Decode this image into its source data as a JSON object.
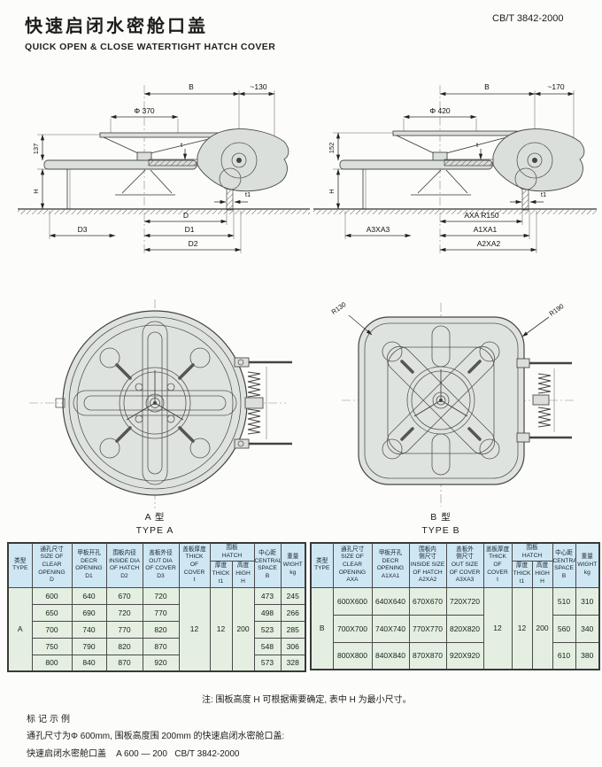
{
  "header": {
    "title_cn": "快速启闭水密舱口盖",
    "title_en": "QUICK OPEN & CLOSE WATERTIGHT HATCH COVER",
    "standard": "CB/T 3842-2000"
  },
  "drawings": {
    "side_a": {
      "dim_b": "B",
      "dim_corner": "~130",
      "dim_wheel": "Φ 370",
      "dim_height": "137",
      "dim_h": "H",
      "dim_t": "t",
      "dim_t1": "t1",
      "dim_d": "D",
      "dim_d1": "D1",
      "dim_d2": "D2",
      "dim_d3": "D3"
    },
    "side_b": {
      "dim_b": "B",
      "dim_corner": "~170",
      "dim_wheel": "Φ 420",
      "dim_height": "152",
      "dim_h": "H",
      "dim_t": "t",
      "dim_t1": "t1",
      "dim_d": "AXA R150",
      "dim_d1": "A1XA1",
      "dim_d2": "A2XA2",
      "dim_d3": "A3XA3"
    },
    "top_a": {
      "label_cn": "A 型",
      "label_en": "TYPE A"
    },
    "top_b": {
      "label_cn": "B 型",
      "label_en": "TYPE B",
      "r_inner": "R130",
      "r_outer": "R190"
    }
  },
  "table_a": {
    "headers": {
      "type": "类型\nTYPE",
      "clear": "通孔尺寸\nSIZE OF\nCLEAR\nOPENING\nD",
      "deck": "甲板开孔\nDECR\nOPENING\nD1",
      "inside": "围板内径\nINSIDE DIA\nOF HATCH\nD2",
      "out": "盖板外径\nOUT DIA\nOF COVER\nD3",
      "thick": "盖板厚度\nTHICK\nOF COVER\nt",
      "hatch_group": "围板\nHATCH",
      "hatch_t1": "厚度\nTHICK\nt1",
      "hatch_h": "高度\nHIGH\nH",
      "central": "中心距\nCENTRAL\nSPACE\nB",
      "weight": "重量\nWIGHT\nkg"
    },
    "type_label": "A",
    "t": "12",
    "t1": "12",
    "h": "200",
    "rows": [
      {
        "c1": "600",
        "c2": "640",
        "c3": "670",
        "c4": "720",
        "b": "473",
        "kg": "245"
      },
      {
        "c1": "650",
        "c2": "690",
        "c3": "720",
        "c4": "770",
        "b": "498",
        "kg": "266"
      },
      {
        "c1": "700",
        "c2": "740",
        "c3": "770",
        "c4": "820",
        "b": "523",
        "kg": "285"
      },
      {
        "c1": "750",
        "c2": "790",
        "c3": "820",
        "c4": "870",
        "b": "548",
        "kg": "306"
      },
      {
        "c1": "800",
        "c2": "840",
        "c3": "870",
        "c4": "920",
        "b": "573",
        "kg": "328"
      }
    ]
  },
  "table_b": {
    "headers": {
      "type": "类型\nTYPE",
      "clear": "通孔尺寸\nSIZE OF\nCLEAR\nOPENING\nAXA",
      "deck": "甲板开孔\nDECR\nOPENING\nA1XA1",
      "inside": "围板内\n侧尺寸\nINSIDE SIZE\nOF HATCH\nA2XA2",
      "out": "盖板外\n侧尺寸\nOUT SIZE\nOF COVER\nA3XA3",
      "thick": "盖板厚度\nTHICK\nOF COVER\nt",
      "hatch_group": "围板\nHATCH",
      "hatch_t1": "厚度\nTHICK\nt1",
      "hatch_h": "高度\nHIGH\nH",
      "central": "中心距\nCENTRAL\nSPACE\nB",
      "weight": "重量\nWIGHT\nkg"
    },
    "type_label": "B",
    "t": "12",
    "t1": "12",
    "h": "200",
    "rows": [
      {
        "c1": "600X600",
        "c2": "640X640",
        "c3": "670X670",
        "c4": "720X720",
        "b": "510",
        "kg": "310"
      },
      {
        "c1": "700X700",
        "c2": "740X740",
        "c3": "770X770",
        "c4": "820X820",
        "b": "560",
        "kg": "340"
      },
      {
        "c1": "800X800",
        "c2": "840X840",
        "c3": "870X870",
        "c4": "920X920",
        "b": "610",
        "kg": "380"
      }
    ]
  },
  "notes": {
    "table_note": "注: 围板高度 H 可根据需要确定, 表中 H 为最小尺寸。",
    "example_title": "标记示例",
    "example_line1": "通孔尺寸为Φ 600mm, 围板高度围 200mm 的快速启闭水密舱口盖:",
    "example_line2": "快速启闭水密舱口盖    A 600 — 200   CB/T 3842-2000"
  },
  "colors": {
    "header_bg": "#cfe7f3",
    "body_bg": "#e4efe2",
    "line": "#3a3a3a"
  }
}
